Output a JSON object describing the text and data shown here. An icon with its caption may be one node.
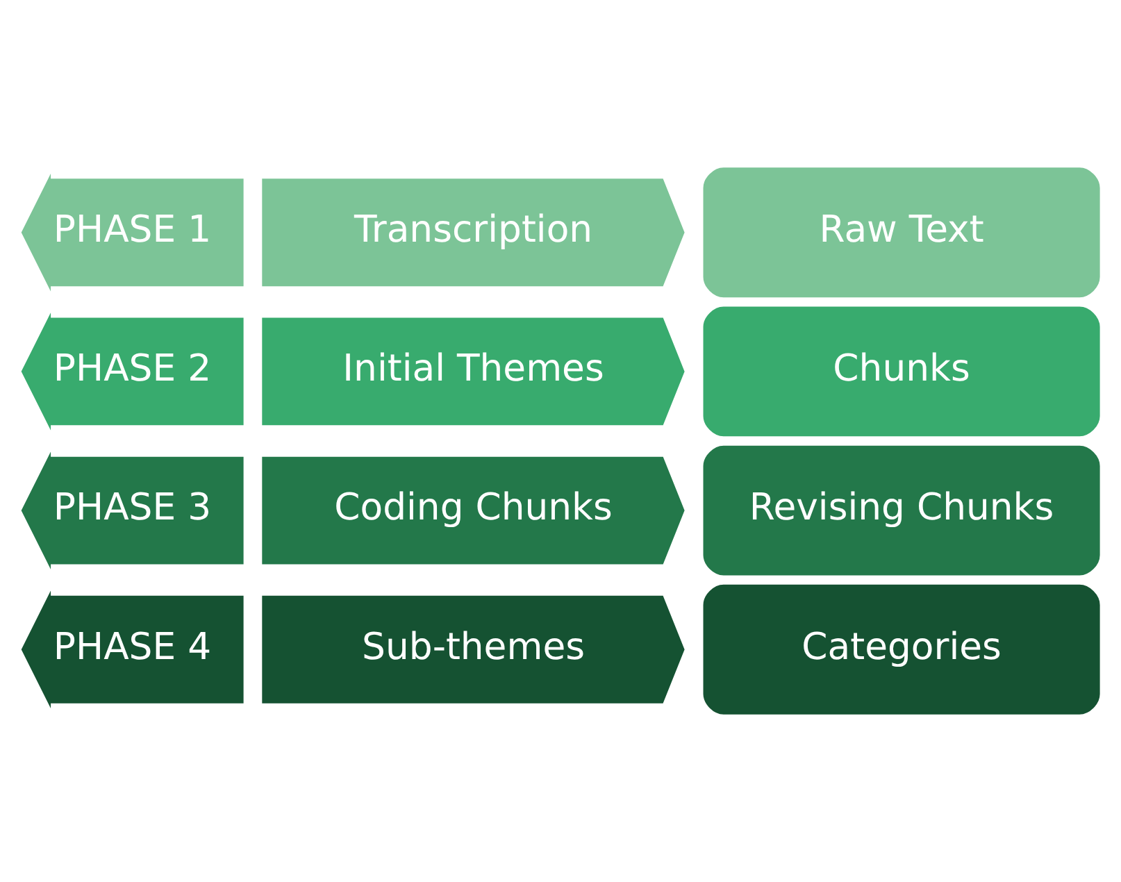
{
  "diagram": {
    "nodes": [
      {
        "text": [
          "PHASE 1"
        ]
      },
      {
        "text": [
          "Transcription"
        ]
      },
      {
        "text": [
          "Raw Text"
        ]
      },
      {
        "text": [
          "PHASE 2"
        ]
      },
      {
        "text": [
          "Initial Themes"
        ]
      },
      {
        "text": [
          "Chunks"
        ]
      },
      {
        "text": [
          "PHASE 3"
        ]
      },
      {
        "text": [
          "Coding Chunks"
        ]
      },
      {
        "text": [
          "Revising Chunks"
        ]
      },
      {
        "text": [
          "PHASE 4"
        ]
      },
      {
        "text": [
          "Sub-themes"
        ]
      },
      {
        "text": [
          "Categories"
        ]
      }
    ]
  }
}
